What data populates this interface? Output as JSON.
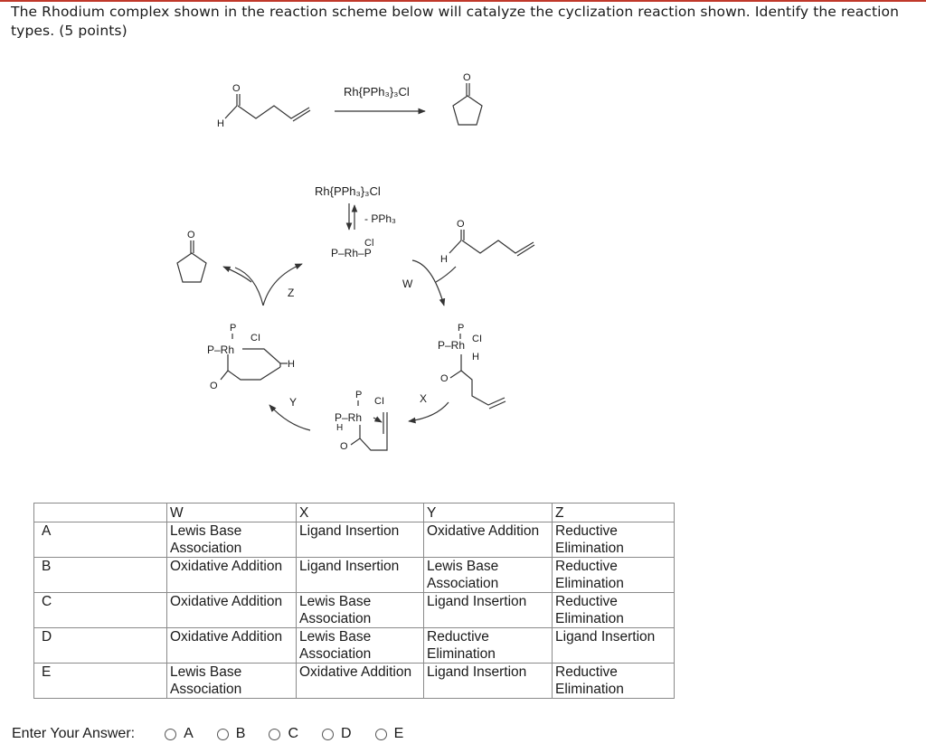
{
  "question": {
    "text": "The Rhodium complex shown in the reaction scheme below will catalyze the cyclization reaction shown.  Identify the reaction types.  (5 points)"
  },
  "scheme": {
    "reagent_top": "Rh{PPh₃}₃Cl",
    "reagent_cycle": "Rh{PPh₃}₃Cl",
    "minus_pph3": "- PPh₃",
    "step_w": "W",
    "step_x": "X",
    "step_y": "Y",
    "step_z": "Z",
    "atoms": {
      "o": "O",
      "h": "H",
      "p": "P",
      "cl": "Cl",
      "ci": "CI",
      "rh": "Rh",
      "prh": "P–Rh",
      "prh_cl_p": "P–Rh–P"
    }
  },
  "table": {
    "headers": [
      "",
      "W",
      "X",
      "Y",
      "Z"
    ],
    "rows": [
      {
        "label": "A",
        "w": "Lewis Base Association",
        "x": "Ligand Insertion",
        "y": "Oxidative Addition",
        "z": "Reductive Elimination"
      },
      {
        "label": "B",
        "w": "Oxidative Addition",
        "x": "Ligand Insertion",
        "y": "Lewis Base Association",
        "z": "Reductive Elimination"
      },
      {
        "label": "C",
        "w": "Oxidative Addition",
        "x": "Lewis Base Association",
        "y": "Ligand Insertion",
        "z": "Reductive Elimination"
      },
      {
        "label": "D",
        "w": "Oxidative Addition",
        "x": "Lewis Base Association",
        "y": "Reductive Elimination",
        "z": "Ligand Insertion"
      },
      {
        "label": "E",
        "w": "Lewis Base Association",
        "x": "Oxidative Addition",
        "y": "Ligand Insertion",
        "z": "Reductive Elimination"
      }
    ]
  },
  "answer": {
    "label": "Enter Your Answer:",
    "options": [
      "A",
      "B",
      "C",
      "D",
      "E"
    ]
  }
}
